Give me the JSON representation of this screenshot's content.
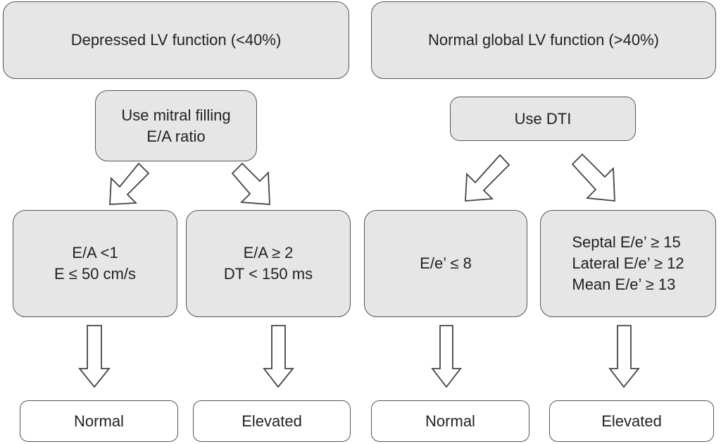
{
  "left": {
    "header": "Depressed LV function (<40%)",
    "method": [
      "Use mitral filling",
      "E/A ratio"
    ],
    "criteria_normal": [
      "E/A <1",
      "E ≤ 50 cm/s"
    ],
    "criteria_elevated": [
      "E/A ≥ 2",
      "DT < 150 ms"
    ],
    "outcome_normal": "Normal",
    "outcome_elevated": "Elevated"
  },
  "right": {
    "header": "Normal global LV function (>40%)",
    "method": [
      "Use DTI"
    ],
    "criteria_normal": [
      "E/e’ ≤ 8"
    ],
    "criteria_elevated": [
      "Septal E/e’ ≥ 15",
      "Lateral E/e’ ≥ 12",
      "Mean E/e’ ≥ 13"
    ],
    "outcome_normal": "Normal",
    "outcome_elevated": "Elevated"
  },
  "colors": {
    "box_fill": "#e6e6e6",
    "outcome_fill": "#ffffff",
    "stroke": "#555555",
    "text": "#222222"
  }
}
